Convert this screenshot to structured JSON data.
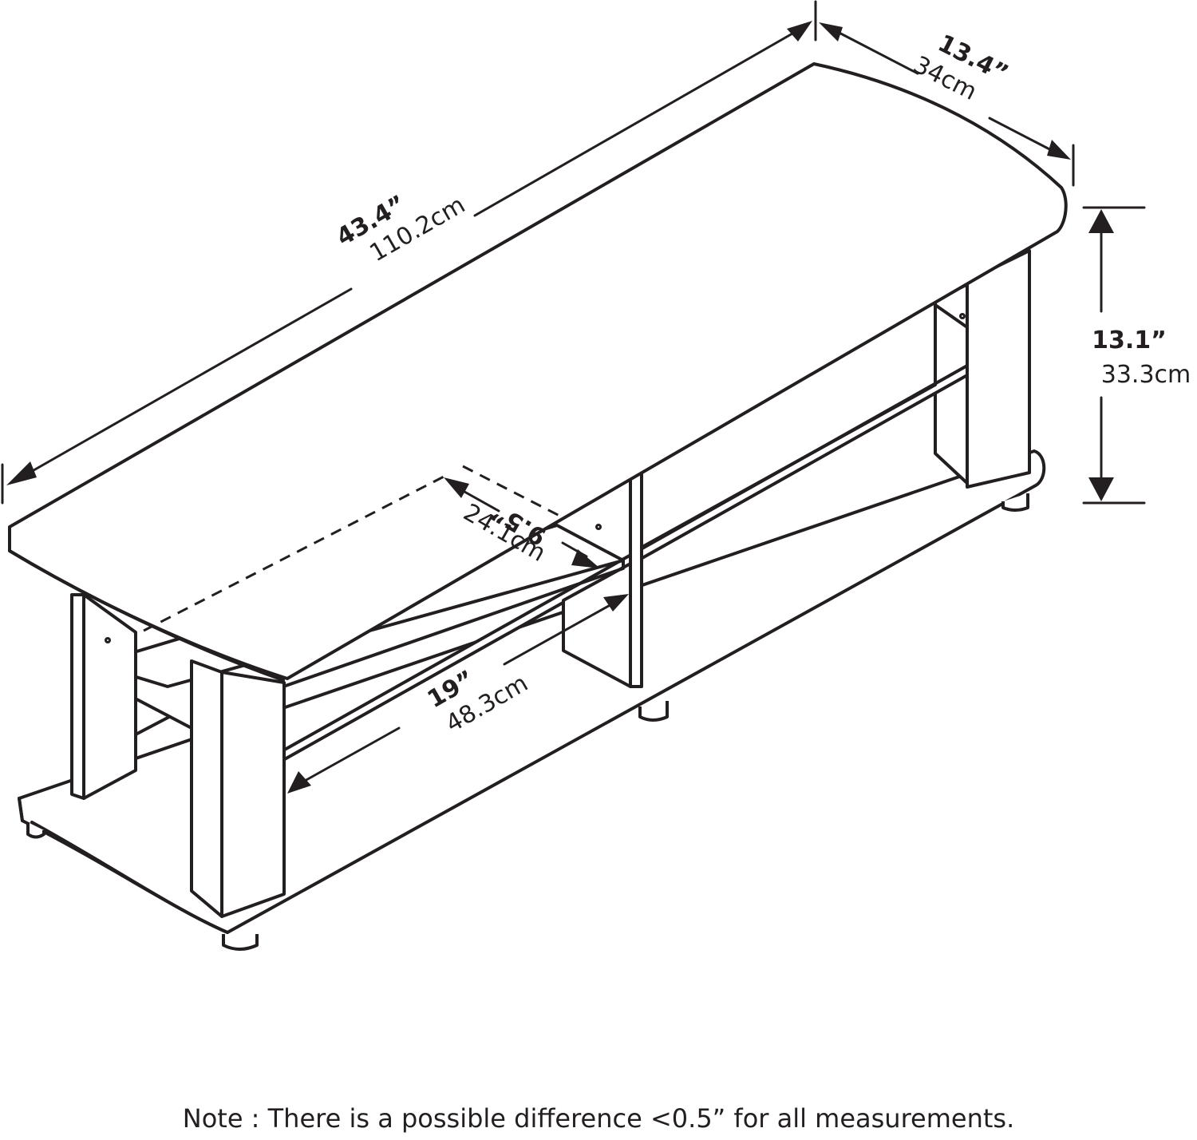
{
  "dimensions": {
    "length": {
      "imperial": "43.4”",
      "metric": "110.2cm"
    },
    "depth": {
      "imperial": "13.4”",
      "metric": "34cm"
    },
    "height": {
      "imperial": "13.1”",
      "metric": "33.3cm"
    },
    "shelf_depth": {
      "imperial": "9.5”",
      "metric": "24.1cm"
    },
    "shelf_width": {
      "imperial": "19”",
      "metric": "48.3cm"
    }
  },
  "note": "Note : There is a possible difference <0.5” for all measurements."
}
